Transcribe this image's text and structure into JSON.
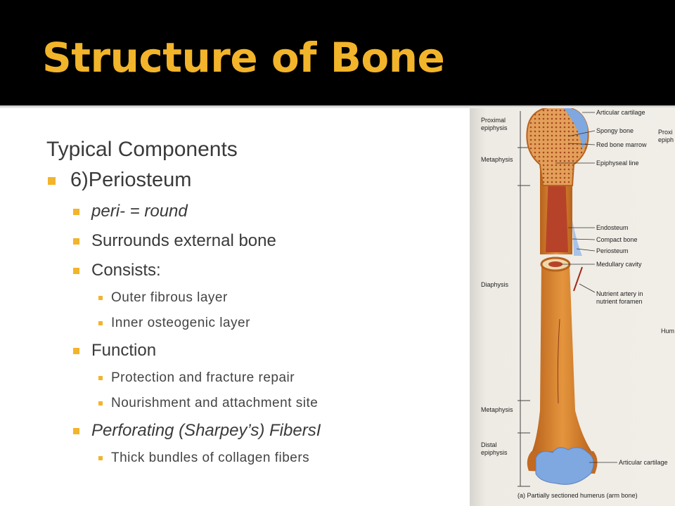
{
  "title": "Structure of Bone",
  "components_heading": "Typical Components",
  "section": "6)Periosteum",
  "bullets": {
    "peri": "peri- = round",
    "surrounds": "Surrounds external bone",
    "consists": "Consists:",
    "outer": "Outer fibrous layer",
    "inner": "Inner osteogenic layer",
    "function": "Function",
    "protection": "Protection and fracture repair",
    "nourishment": "Nourishment and attachment site",
    "perforating": "Perforating (Sharpey’s) FibersI",
    "thick": "Thick bundles of collagen fibers"
  },
  "figure": {
    "left_labels": {
      "proximal_epiphysis_1": "Proximal",
      "proximal_epiphysis_2": "epiphysis",
      "metaphysis_top": "Metaphysis",
      "diaphysis": "Diaphysis",
      "metaphysis_bottom": "Metaphysis",
      "distal_epiphysis_1": "Distal",
      "distal_epiphysis_2": "epiphysis"
    },
    "right_labels": {
      "articular_cartilage_top": "Articular cartilage",
      "spongy_bone": "Spongy bone",
      "red_bone_marrow": "Red bone marrow",
      "epiphyseal_line": "Epiphyseal line",
      "endosteum": "Endosteum",
      "compact_bone": "Compact bone",
      "periosteum": "Periosteum",
      "medullary_cavity": "Medullary cavity",
      "nutrient_artery_1": "Nutrient artery in",
      "nutrient_artery_2": "nutrient foramen",
      "articular_cartilage_bottom": "Articular cartilage"
    },
    "edge_labels": {
      "proxi": "Proxi",
      "epiph": "epiph",
      "hum": "Hum"
    },
    "caption": "(a) Partially sectioned humerus (arm bone)"
  },
  "colors": {
    "title": "#f2b42a",
    "bullet": "#f2b42a",
    "bone": "#d9832a",
    "cartilage": "#7fa7e0",
    "marrow": "#b7422a"
  }
}
